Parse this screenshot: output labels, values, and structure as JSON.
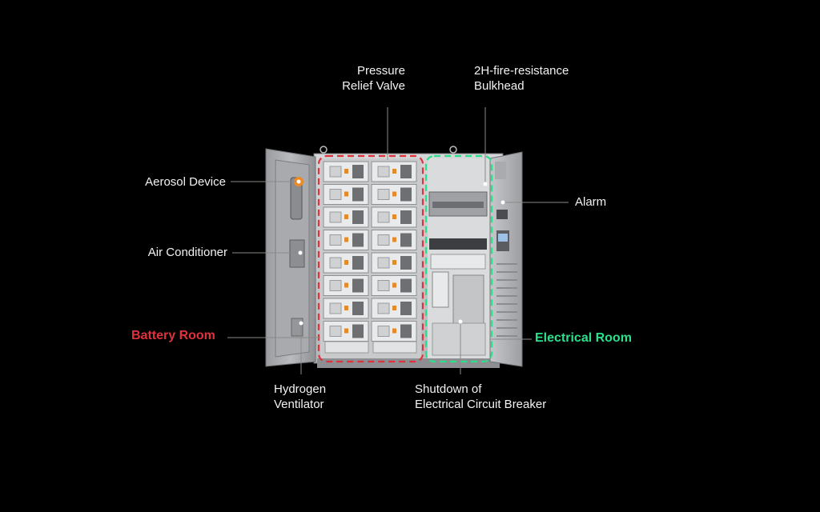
{
  "colors": {
    "background": "#000000",
    "battery_room": "#e0323c",
    "electrical_room": "#2be08a",
    "leader_line": "#8a8a8a",
    "label_text": "#f2f2f2"
  },
  "labels": {
    "pressure_relief_valve": [
      "Pressure",
      "Relief Valve"
    ],
    "fire_bulkhead": [
      "2H-fire-resistance",
      "Bulkhead"
    ],
    "aerosol_device": "Aerosol Device",
    "air_conditioner": "Air Conditioner",
    "alarm": "Alarm",
    "battery_room": "Battery Room",
    "electrical_room": "Electrical Room",
    "hydrogen_ventilator": [
      "Hydrogen",
      "Ventilator"
    ],
    "circuit_breaker": [
      "Shutdown of",
      "Electrical Circuit Breaker"
    ]
  },
  "cabinet": {
    "battery_module_rows": 8,
    "battery_module_columns": 2
  }
}
